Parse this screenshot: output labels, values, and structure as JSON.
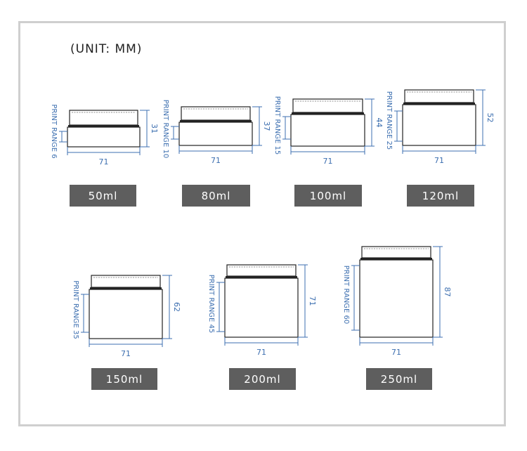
{
  "unit_label": "(UNIT: MM)",
  "colors": {
    "dimension": "#3d6fb0",
    "outline": "#222222",
    "caption_bg": "#5e5e5e",
    "frame": "#cfcfcf"
  },
  "jars": [
    {
      "capacity": "50ml",
      "width": "71",
      "height": "31",
      "print_range": "PRINT RANGE 6",
      "width_mm": 71,
      "height_mm": 31,
      "print_range_mm": 6
    },
    {
      "capacity": "80ml",
      "width": "71",
      "height": "37",
      "print_range": "PRINT RANGE 10",
      "width_mm": 71,
      "height_mm": 37,
      "print_range_mm": 10
    },
    {
      "capacity": "100ml",
      "width": "71",
      "height": "44",
      "print_range": "PRINT RANGE 15",
      "width_mm": 71,
      "height_mm": 44,
      "print_range_mm": 15
    },
    {
      "capacity": "120ml",
      "width": "71",
      "height": "52",
      "print_range": "PRINT RANGE 25",
      "width_mm": 71,
      "height_mm": 52,
      "print_range_mm": 25
    },
    {
      "capacity": "150ml",
      "width": "71",
      "height": "62",
      "print_range": "PRINT RANGE 35",
      "width_mm": 71,
      "height_mm": 62,
      "print_range_mm": 35
    },
    {
      "capacity": "200ml",
      "width": "71",
      "height": "71",
      "print_range": "PRINT RANGE 45",
      "width_mm": 71,
      "height_mm": 71,
      "print_range_mm": 45
    },
    {
      "capacity": "250ml",
      "width": "71",
      "height": "87",
      "print_range": "PRINT RANGE 60",
      "width_mm": 71,
      "height_mm": 87,
      "print_range_mm": 60
    }
  ]
}
